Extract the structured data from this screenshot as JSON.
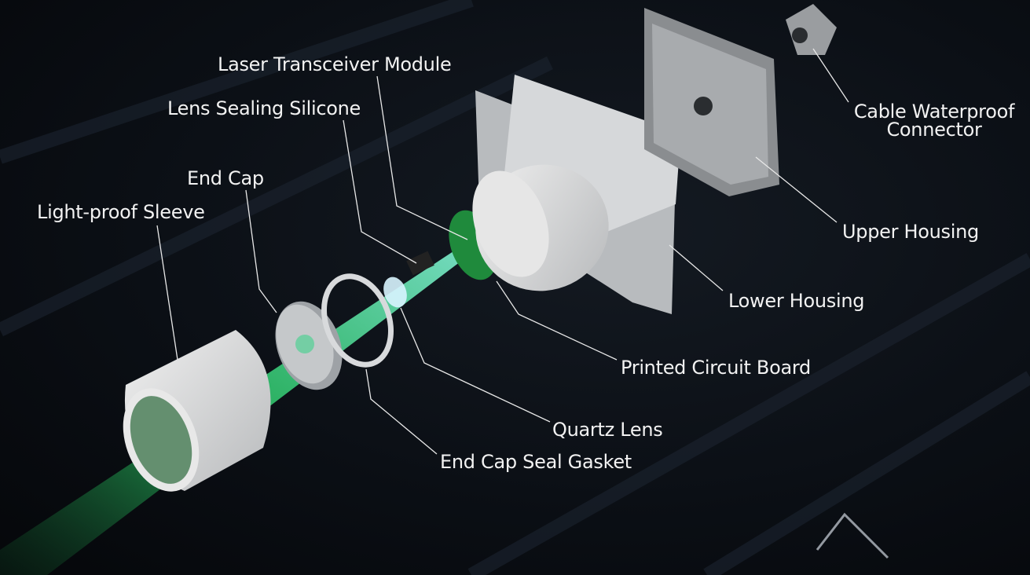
{
  "labels": {
    "laser_transceiver_module": "Laser Transceiver Module",
    "lens_sealing_silicone": "Lens Sealing Silicone",
    "end_cap": "End Cap",
    "light_proof_sleeve": "Light-proof Sleeve",
    "cable_waterproof_connector_line1": "Cable Waterproof",
    "cable_waterproof_connector_line2": "Connector",
    "upper_housing": "Upper Housing",
    "lower_housing": "Lower Housing",
    "printed_circuit_board": "Printed Circuit Board",
    "quartz_lens": "Quartz Lens",
    "end_cap_seal_gasket": "End Cap Seal Gasket"
  },
  "colors": {
    "background": "#0b0f15",
    "laser_beam": "#2bd46a",
    "pcb": "#1f8a3c",
    "housing": "#c8cacc",
    "text": "#f2f2f2"
  }
}
